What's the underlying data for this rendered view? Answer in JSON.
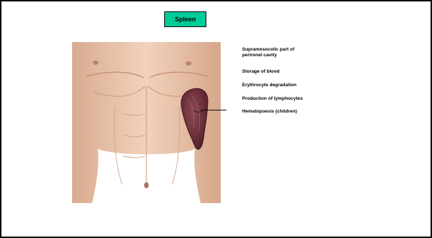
{
  "title": "Spleen",
  "title_bg": "#00cc99",
  "functions": [
    {
      "line1": "Supramesocolic part of",
      "line2": "perironel cavity"
    },
    {
      "line1": "Storage of blood"
    },
    {
      "line1": "Erythrocyte degradation"
    },
    {
      "line1": "Production of lymphocytes"
    },
    {
      "line1": "Hematopoesis (children)"
    }
  ]
}
